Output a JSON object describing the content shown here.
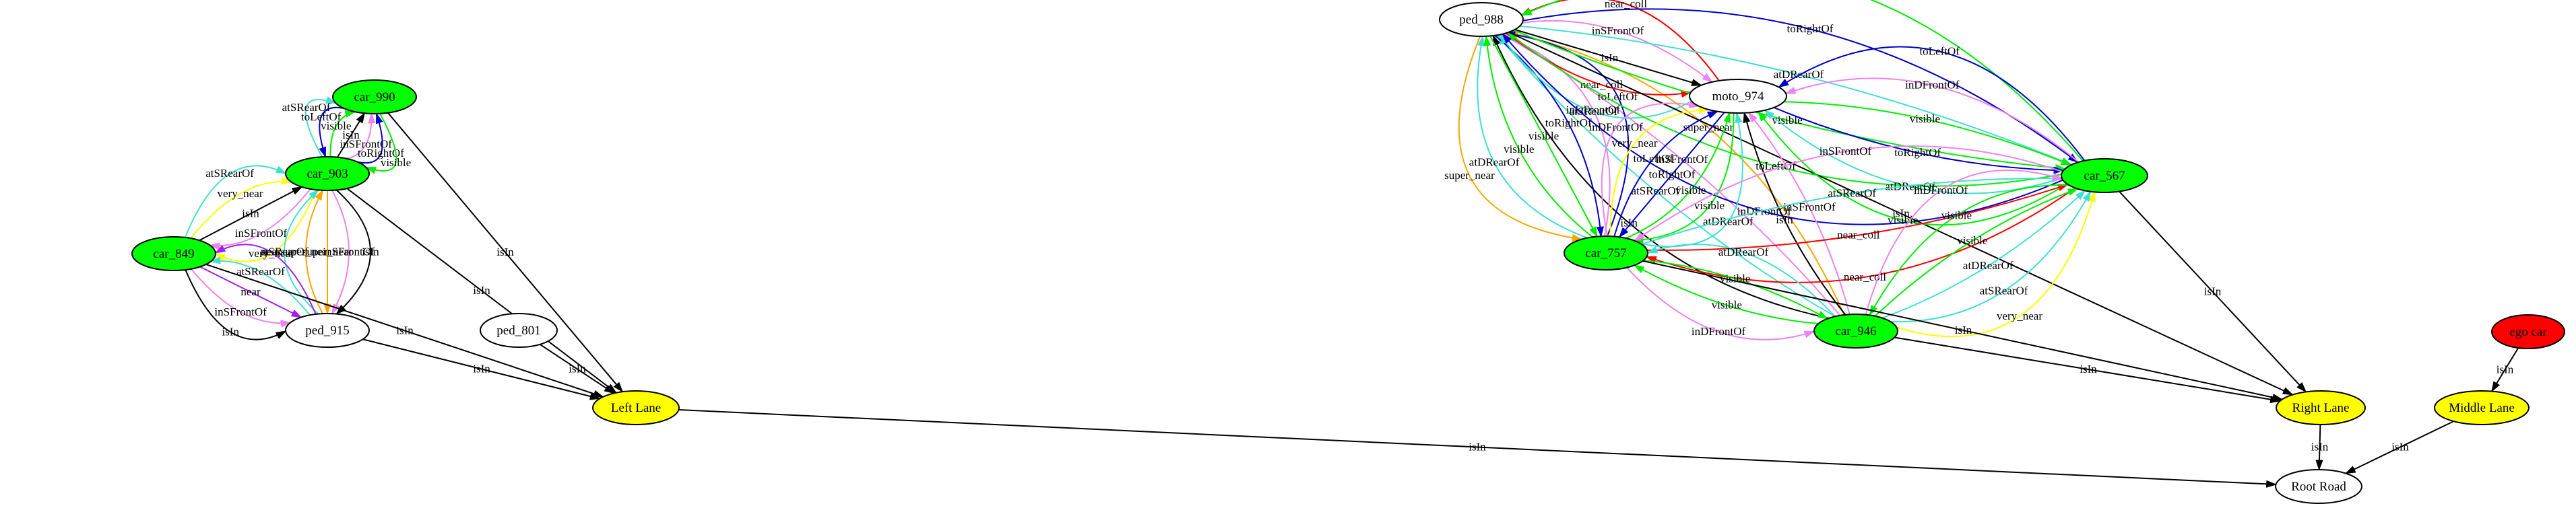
{
  "graph": {
    "nodes": [
      {
        "id": "car_990",
        "label": "car_990",
        "color": "#00ff00"
      },
      {
        "id": "car_903",
        "label": "car_903",
        "color": "#00ff00"
      },
      {
        "id": "car_849",
        "label": "car_849",
        "color": "#00ff00"
      },
      {
        "id": "ped_915",
        "label": "ped_915",
        "color": "#ffffff"
      },
      {
        "id": "ped_801",
        "label": "ped_801",
        "color": "#ffffff"
      },
      {
        "id": "left_lane",
        "label": "Left Lane",
        "color": "#ffff00"
      },
      {
        "id": "ped_988",
        "label": "ped_988",
        "color": "#ffffff"
      },
      {
        "id": "moto_974",
        "label": "moto_974",
        "color": "#ffffff"
      },
      {
        "id": "car_567",
        "label": "car_567",
        "color": "#00ff00"
      },
      {
        "id": "car_757",
        "label": "car_757",
        "color": "#00ff00"
      },
      {
        "id": "car_946",
        "label": "car_946",
        "color": "#00ff00"
      },
      {
        "id": "right_lane",
        "label": "Right Lane",
        "color": "#ffff00"
      },
      {
        "id": "ego_car",
        "label": "ego car",
        "color": "#ff0000"
      },
      {
        "id": "middle_lane",
        "label": "Middle Lane",
        "color": "#ffff00"
      },
      {
        "id": "root_road",
        "label": "Root Road",
        "color": "#ffffff"
      }
    ],
    "edges": [
      {
        "from": "car_903",
        "to": "car_990",
        "label": "atSRearOf",
        "color": "#40e0d0"
      },
      {
        "from": "car_990",
        "to": "car_903",
        "label": "toLeftOf",
        "color": "#0000cd"
      },
      {
        "from": "car_903",
        "to": "car_990",
        "label": "visible",
        "color": "#00ee00"
      },
      {
        "from": "car_903",
        "to": "car_990",
        "label": "isIn",
        "color": "#000000"
      },
      {
        "from": "car_903",
        "to": "car_990",
        "label": "inSFrontOf",
        "color": "#ee82ee"
      },
      {
        "from": "car_903",
        "to": "car_990",
        "label": "toRightOf",
        "color": "#0000cd"
      },
      {
        "from": "car_990",
        "to": "car_903",
        "label": "visible",
        "color": "#00ee00"
      },
      {
        "from": "car_990",
        "to": "left_lane",
        "label": "isIn",
        "color": "#000000"
      },
      {
        "from": "car_849",
        "to": "car_903",
        "label": "atSRearOf",
        "color": "#40e0d0"
      },
      {
        "from": "car_849",
        "to": "car_903",
        "label": "very_near",
        "color": "#ffff00"
      },
      {
        "from": "car_849",
        "to": "car_903",
        "label": "isIn",
        "color": "#000000"
      },
      {
        "from": "car_903",
        "to": "car_849",
        "label": "inSFrontOf",
        "color": "#ee82ee"
      },
      {
        "from": "car_903",
        "to": "car_849",
        "label": "very_near",
        "color": "#ffff00"
      },
      {
        "from": "car_903",
        "to": "ped_915",
        "label": "isIn",
        "color": "#000000"
      },
      {
        "from": "car_903",
        "to": "ped_915",
        "label": "inSFrontOf",
        "color": "#ee82ee"
      },
      {
        "from": "car_903",
        "to": "ped_915",
        "label": "super_near",
        "color": "#ffa500"
      },
      {
        "from": "ped_915",
        "to": "car_903",
        "label": "super_near",
        "color": "#ffa500"
      },
      {
        "from": "ped_915",
        "to": "car_903",
        "label": "atSRearOf",
        "color": "#40e0d0"
      },
      {
        "from": "car_903",
        "to": "left_lane",
        "label": "isIn",
        "color": "#000000"
      },
      {
        "from": "ped_915",
        "to": "car_849",
        "label": "near",
        "color": "#a020f0"
      },
      {
        "from": "ped_915",
        "to": "car_849",
        "label": "atSRearOf",
        "color": "#40e0d0"
      },
      {
        "from": "car_849",
        "to": "ped_915",
        "label": "near",
        "color": "#a020f0"
      },
      {
        "from": "car_849",
        "to": "ped_915",
        "label": "inSFrontOf",
        "color": "#ee82ee"
      },
      {
        "from": "car_849",
        "to": "ped_915",
        "label": "isIn",
        "color": "#000000"
      },
      {
        "from": "car_849",
        "to": "left_lane",
        "label": "isIn",
        "color": "#000000"
      },
      {
        "from": "ped_915",
        "to": "left_lane",
        "label": "isIn",
        "color": "#000000"
      },
      {
        "from": "ped_801",
        "to": "left_lane",
        "label": "isIn",
        "color": "#000000"
      },
      {
        "from": "left_lane",
        "to": "root_road",
        "label": "isIn",
        "color": "#000000"
      },
      {
        "from": "car_946",
        "to": "ped_988",
        "label": "isIn",
        "color": "#000000"
      },
      {
        "from": "car_946",
        "to": "ped_988",
        "label": "atSRearOf",
        "color": "#40e0d0"
      },
      {
        "from": "car_946",
        "to": "ped_988",
        "label": "inSFrontOf",
        "color": "#ee82ee"
      },
      {
        "from": "car_946",
        "to": "ped_988",
        "label": "super_near",
        "color": "#ffa500"
      },
      {
        "from": "ped_988",
        "to": "car_757",
        "label": "super_near",
        "color": "#ffa500"
      },
      {
        "from": "car_757",
        "to": "ped_988",
        "label": "atDRearOf",
        "color": "#40e0d0"
      },
      {
        "from": "car_757",
        "to": "ped_988",
        "label": "visible",
        "color": "#00ee00"
      },
      {
        "from": "ped_988",
        "to": "car_757",
        "label": "visible",
        "color": "#00ee00"
      },
      {
        "from": "ped_988",
        "to": "car_757",
        "label": "toRightOf",
        "color": "#0000cd"
      },
      {
        "from": "car_757",
        "to": "ped_988",
        "label": "inDFrontOf",
        "color": "#ee82ee"
      },
      {
        "from": "car_757",
        "to": "ped_988",
        "label": "toLeftOf",
        "color": "#0000cd"
      },
      {
        "from": "moto_974",
        "to": "ped_988",
        "label": "atSRearOf",
        "color": "#40e0d0"
      },
      {
        "from": "ped_988",
        "to": "moto_974",
        "label": "near_coll",
        "color": "#ff0000"
      },
      {
        "from": "ped_988",
        "to": "moto_974",
        "label": "isIn",
        "color": "#000000"
      },
      {
        "from": "ped_988",
        "to": "moto_974",
        "label": "inSFrontOf",
        "color": "#ee82ee"
      },
      {
        "from": "moto_974",
        "to": "ped_988",
        "label": "near_coll",
        "color": "#ff0000"
      },
      {
        "from": "car_567",
        "to": "ped_988",
        "label": "inDFrontOf",
        "color": "#0000cd"
      },
      {
        "from": "car_567",
        "to": "ped_988",
        "label": "toLeftOf",
        "color": "#00ee00"
      },
      {
        "from": "ped_988",
        "to": "car_567",
        "label": "visible",
        "color": "#00ee00"
      },
      {
        "from": "ped_988",
        "to": "car_567",
        "label": "atDRearOf",
        "color": "#40e0d0"
      },
      {
        "from": "ped_988",
        "to": "car_567",
        "label": "toRightOf",
        "color": "#0000cd"
      },
      {
        "from": "car_567",
        "to": "ped_988",
        "label": "visible",
        "color": "#00ee00"
      },
      {
        "from": "ped_988",
        "to": "right_lane",
        "label": "isIn",
        "color": "#000000"
      },
      {
        "from": "car_757",
        "to": "moto_974",
        "label": "inDFrontOf",
        "color": "#ee82ee"
      },
      {
        "from": "car_757",
        "to": "moto_974",
        "label": "very_near",
        "color": "#ffff00"
      },
      {
        "from": "car_757",
        "to": "moto_974",
        "label": "toLeftOf",
        "color": "#0000cd"
      },
      {
        "from": "moto_974",
        "to": "car_757",
        "label": "toRightOf",
        "color": "#0000cd"
      },
      {
        "from": "car_757",
        "to": "moto_974",
        "label": "visible",
        "color": "#00ee00"
      },
      {
        "from": "moto_974",
        "to": "car_757",
        "label": "visible",
        "color": "#00ee00"
      },
      {
        "from": "car_757",
        "to": "moto_974",
        "label": "atDRearOf",
        "color": "#40e0d0"
      },
      {
        "from": "car_567",
        "to": "moto_974",
        "label": "visible",
        "color": "#00ee00"
      },
      {
        "from": "car_567",
        "to": "moto_974",
        "label": "atDRearOf",
        "color": "#40e0d0"
      },
      {
        "from": "moto_974",
        "to": "car_567",
        "label": "toRightOf",
        "color": "#0000cd"
      },
      {
        "from": "moto_974",
        "to": "car_567",
        "label": "visible",
        "color": "#00ee00"
      },
      {
        "from": "car_567",
        "to": "moto_974",
        "label": "inDFrontOf",
        "color": "#ee82ee"
      },
      {
        "from": "car_567",
        "to": "moto_974",
        "label": "toLeftOf",
        "color": "#0000cd"
      },
      {
        "from": "car_946",
        "to": "moto_974",
        "label": "isIn",
        "color": "#000000"
      },
      {
        "from": "car_946",
        "to": "moto_974",
        "label": "inSFrontOf",
        "color": "#ee82ee"
      },
      {
        "from": "car_567",
        "to": "car_757",
        "label": "near_coll",
        "color": "#ff0000"
      },
      {
        "from": "car_757",
        "to": "car_567",
        "label": "near_coll",
        "color": "#ff0000"
      },
      {
        "from": "car_757",
        "to": "car_567",
        "label": "atSRearOf",
        "color": "#40e0d0"
      },
      {
        "from": "car_567",
        "to": "car_757",
        "label": "inSFrontOf",
        "color": "#ee82ee"
      },
      {
        "from": "car_567",
        "to": "right_lane",
        "label": "isIn",
        "color": "#000000"
      },
      {
        "from": "car_946",
        "to": "car_567",
        "label": "very_near",
        "color": "#ffff00"
      },
      {
        "from": "car_946",
        "to": "car_567",
        "label": "atSRearOf",
        "color": "#40e0d0"
      },
      {
        "from": "car_946",
        "to": "car_567",
        "label": "atDRearOf",
        "color": "#40e0d0"
      },
      {
        "from": "car_946",
        "to": "car_567",
        "label": "visible",
        "color": "#00ee00"
      },
      {
        "from": "car_567",
        "to": "car_946",
        "label": "visible",
        "color": "#00ee00"
      },
      {
        "from": "car_946",
        "to": "car_567",
        "label": "inDFrontOf",
        "color": "#ee82ee"
      },
      {
        "from": "car_946",
        "to": "car_757",
        "label": "atDRearOf",
        "color": "#40e0d0"
      },
      {
        "from": "car_757",
        "to": "car_946",
        "label": "visible",
        "color": "#00ee00"
      },
      {
        "from": "car_946",
        "to": "car_757",
        "label": "visible",
        "color": "#00ee00"
      },
      {
        "from": "car_757",
        "to": "car_946",
        "label": "inDFrontOf",
        "color": "#ee82ee"
      },
      {
        "from": "car_757",
        "to": "right_lane",
        "label": "isIn",
        "color": "#000000"
      },
      {
        "from": "car_946",
        "to": "right_lane",
        "label": "isIn",
        "color": "#000000"
      },
      {
        "from": "ego_car",
        "to": "middle_lane",
        "label": "isIn",
        "color": "#000000"
      },
      {
        "from": "right_lane",
        "to": "root_road",
        "label": "isIn",
        "color": "#000000"
      },
      {
        "from": "middle_lane",
        "to": "root_road",
        "label": "isIn",
        "color": "#000000"
      }
    ]
  }
}
